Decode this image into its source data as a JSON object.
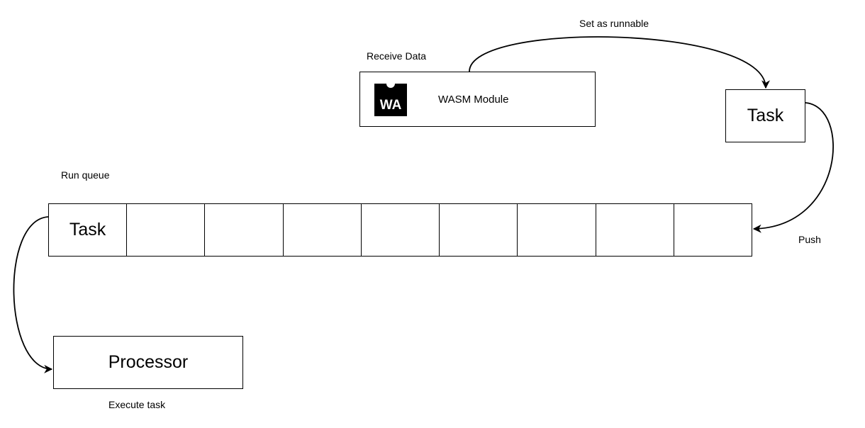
{
  "labels": {
    "set_as_runnable": "Set as runnable",
    "receive_data": "Receive Data",
    "run_queue": "Run queue",
    "push": "Push",
    "execute_task": "Execute task"
  },
  "wasm_module": {
    "logo_text": "WA",
    "label": "WASM Module",
    "logo_color": "#000000"
  },
  "task": {
    "label": "Task"
  },
  "run_queue": {
    "cells": [
      "Task",
      "",
      "",
      "",
      "",
      "",
      "",
      "",
      ""
    ]
  },
  "processor": {
    "label": "Processor"
  },
  "colors": {
    "stroke": "#000000",
    "background": "#ffffff"
  }
}
